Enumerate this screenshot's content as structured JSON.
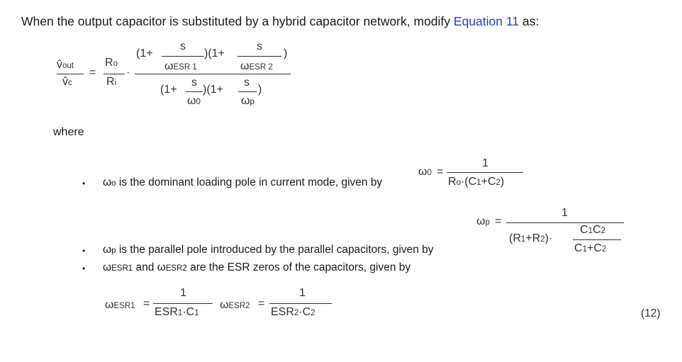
{
  "intro": {
    "before_link": "When the output capacitor is substituted by a hybrid capacitor network, modify ",
    "link": "Equation 11",
    "after_link": " as:"
  },
  "equation_main": {
    "vout": "v̂",
    "vout_sub": "out",
    "vc": "v̂",
    "vc_sub": "c",
    "equals": "=",
    "ro": "R",
    "ro_sub": "o",
    "ri": "R",
    "ri_sub": "i",
    "dot": "·",
    "num_open1": "(1+",
    "num_mid": ")(1+",
    "num_close": ")",
    "s": "s",
    "omega": "ω",
    "esr1": "ESR 1",
    "esr2": "ESR 2",
    "den_open1": "(1+",
    "den_mid": ")(1+",
    "den_close": ")",
    "w0_sub": "0",
    "wp_sub": "p"
  },
  "where_label": "where",
  "bullets": [
    {
      "dot": "•",
      "sym": "ω",
      "sub": "o",
      "text": " is the dominant loading pole in current mode, given by"
    },
    {
      "dot": "•",
      "sym": "ω",
      "sub": "p",
      "text": " is the parallel pole introduced by the parallel capacitors, given by"
    },
    {
      "dot": "•",
      "sym1": "ω",
      "sub1": "ESR1",
      "and": " and ",
      "sym2": "ω",
      "sub2": "ESR2",
      "text": " are the ESR zeros of the capacitors, given by"
    }
  ],
  "eq_w0": {
    "lhs": "ω",
    "lhs_sub": "0",
    "eq": "=",
    "one": "1",
    "den_r": "R",
    "den_r_sub": "o",
    "den_rest": "·(C",
    "c1_sub": "1",
    "plus": "+C",
    "c2_sub": "2",
    "close": ")"
  },
  "eq_wp": {
    "lhs": "ω",
    "lhs_sub": "p",
    "eq": "=",
    "one": "1",
    "open": "(R",
    "r1_sub": "1",
    "plus_r": "+R",
    "r2_sub": "2",
    "close_dot": ")·",
    "inner_num_c": "C",
    "inner_num_c1_sub": "1",
    "inner_num_c2": "C",
    "inner_num_c2_sub": "2",
    "inner_den_c": "C",
    "inner_den_c1_sub": "1",
    "inner_den_plus": "+C",
    "inner_den_c2_sub": "2"
  },
  "eq_esr": {
    "w1": "ω",
    "w1_sub": "ESR1",
    "eq": "=",
    "one": "1",
    "d1_esr": "ESR",
    "d1_sub": "1",
    "d1_rest": "·C",
    "d1_c_sub": "1",
    "w2": "ω",
    "w2_sub": "ESR2",
    "d2_esr": "ESR",
    "d2_sub": "2",
    "d2_rest": "·C",
    "d2_c_sub": "2"
  },
  "eq_number": "(12)"
}
